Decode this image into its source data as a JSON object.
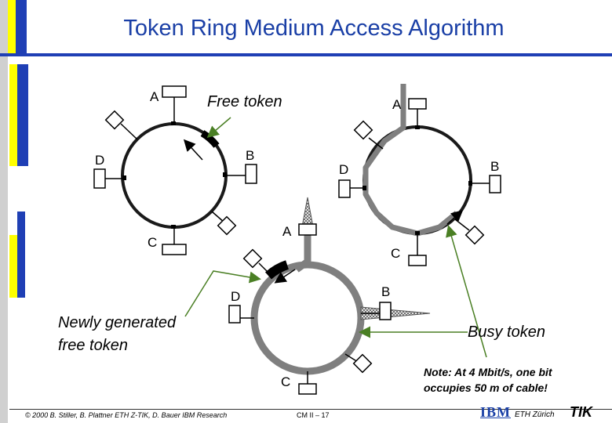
{
  "slide": {
    "title": "Token Ring Medium Access Algorithm"
  },
  "ring1": {
    "station_a": "A",
    "station_b": "B",
    "station_c": "C",
    "station_d": "D"
  },
  "ring2": {
    "station_a": "A",
    "station_b": "B",
    "station_c": "C",
    "station_d": "D"
  },
  "ring3": {
    "station_a": "A",
    "station_b": "B",
    "station_c": "C",
    "station_d": "D"
  },
  "annotations": {
    "free_token": "Free token",
    "newly_generated_line1": "Newly generated",
    "newly_generated_line2": "free token",
    "busy_token": "Busy token",
    "note_line1": "Note: At 4 Mbit/s, one bit",
    "note_line2": "occupies 50 m of cable!"
  },
  "footer": {
    "copyright": "© 2000 B. Stiller, B. Plattner ETH Z-TIK, D. Bauer IBM Research",
    "slide_ref": "CM II – 17",
    "ibm_logo": "IBM",
    "eth": "ETH Zürich",
    "tik_logo": "TIK"
  },
  "colors": {
    "title": "#1a3fa6",
    "accent_bar": "#1f3fb5",
    "accent_yellow": "#ffff00",
    "ring": "#1a1a1a",
    "ring_busy": "#7f7f7f",
    "annotation_arrow": "#4a7f24"
  }
}
